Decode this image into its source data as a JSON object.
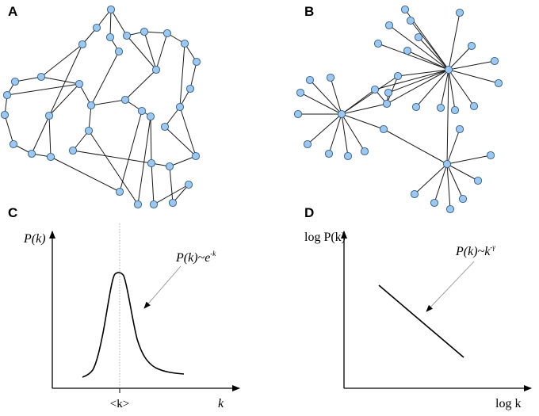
{
  "panels": {
    "A": {
      "label": "A"
    },
    "B": {
      "label": "B"
    },
    "C": {
      "label": "C",
      "y_axis_label": "P(k)",
      "x_axis_label": "k",
      "mean_tick_label": "<k>",
      "formula_base": "P(k)~e",
      "formula_exp": "-k"
    },
    "D": {
      "label": "D",
      "y_axis_label": "log P(k)",
      "x_axis_label": "log k",
      "formula_base": "P(k)~k",
      "formula_exp": "-γ"
    }
  },
  "style": {
    "node_fill": "#9cc7ee",
    "node_stroke": "#2f5d8a",
    "edge_color": "#1a1a1a",
    "guide_line_color": "#999999"
  }
}
